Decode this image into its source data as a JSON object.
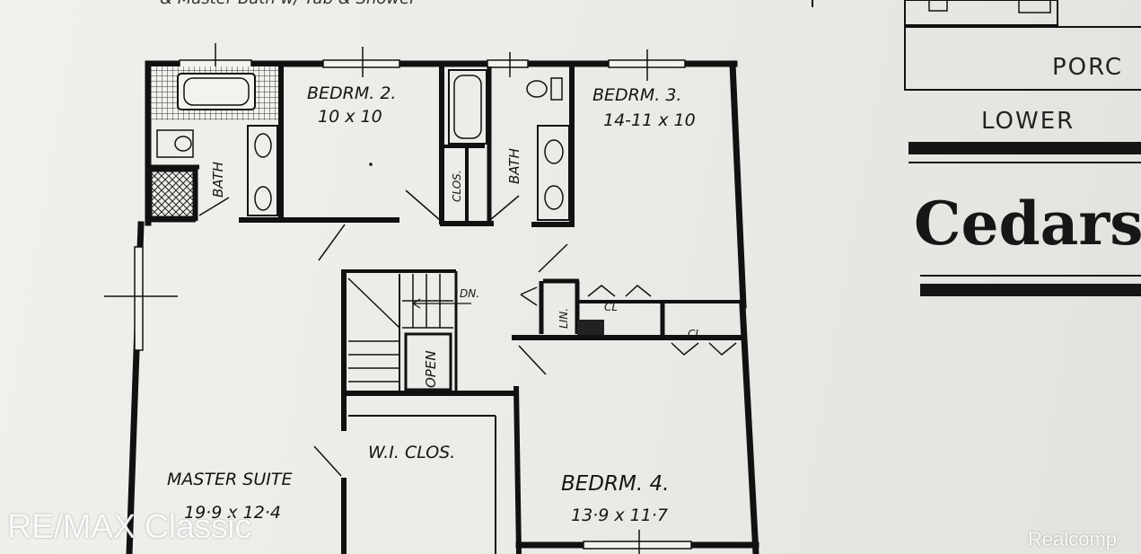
{
  "top_caption": "& Master Bath w/ Tub & Shower",
  "rooms": {
    "bedroom2": {
      "name": "BEDRM. 2.",
      "size": "10 x 10"
    },
    "bedroom3": {
      "name": "BEDRM. 3.",
      "size": "14-11 x 10"
    },
    "bedroom4": {
      "name": "BEDRM. 4.",
      "size": "13·9 x 11·7"
    },
    "master": {
      "name": "MASTER SUITE",
      "size": "19·9 x 12·4"
    },
    "bath_left": "BATH",
    "bath_mid": "BATH",
    "closet_small": "CLOS.",
    "walkin_closet": "W.I. CLOS.",
    "linen": "LIN.",
    "closet_a": "CL",
    "closet_b": "CL.",
    "stair_dn": "DN.",
    "open": "OPEN"
  },
  "side_panel": {
    "porch": "PORC",
    "lower": "LOWER",
    "title": "Cedars"
  },
  "watermarks": {
    "left": "RE/MAX Classic",
    "right": "Realcomp"
  }
}
